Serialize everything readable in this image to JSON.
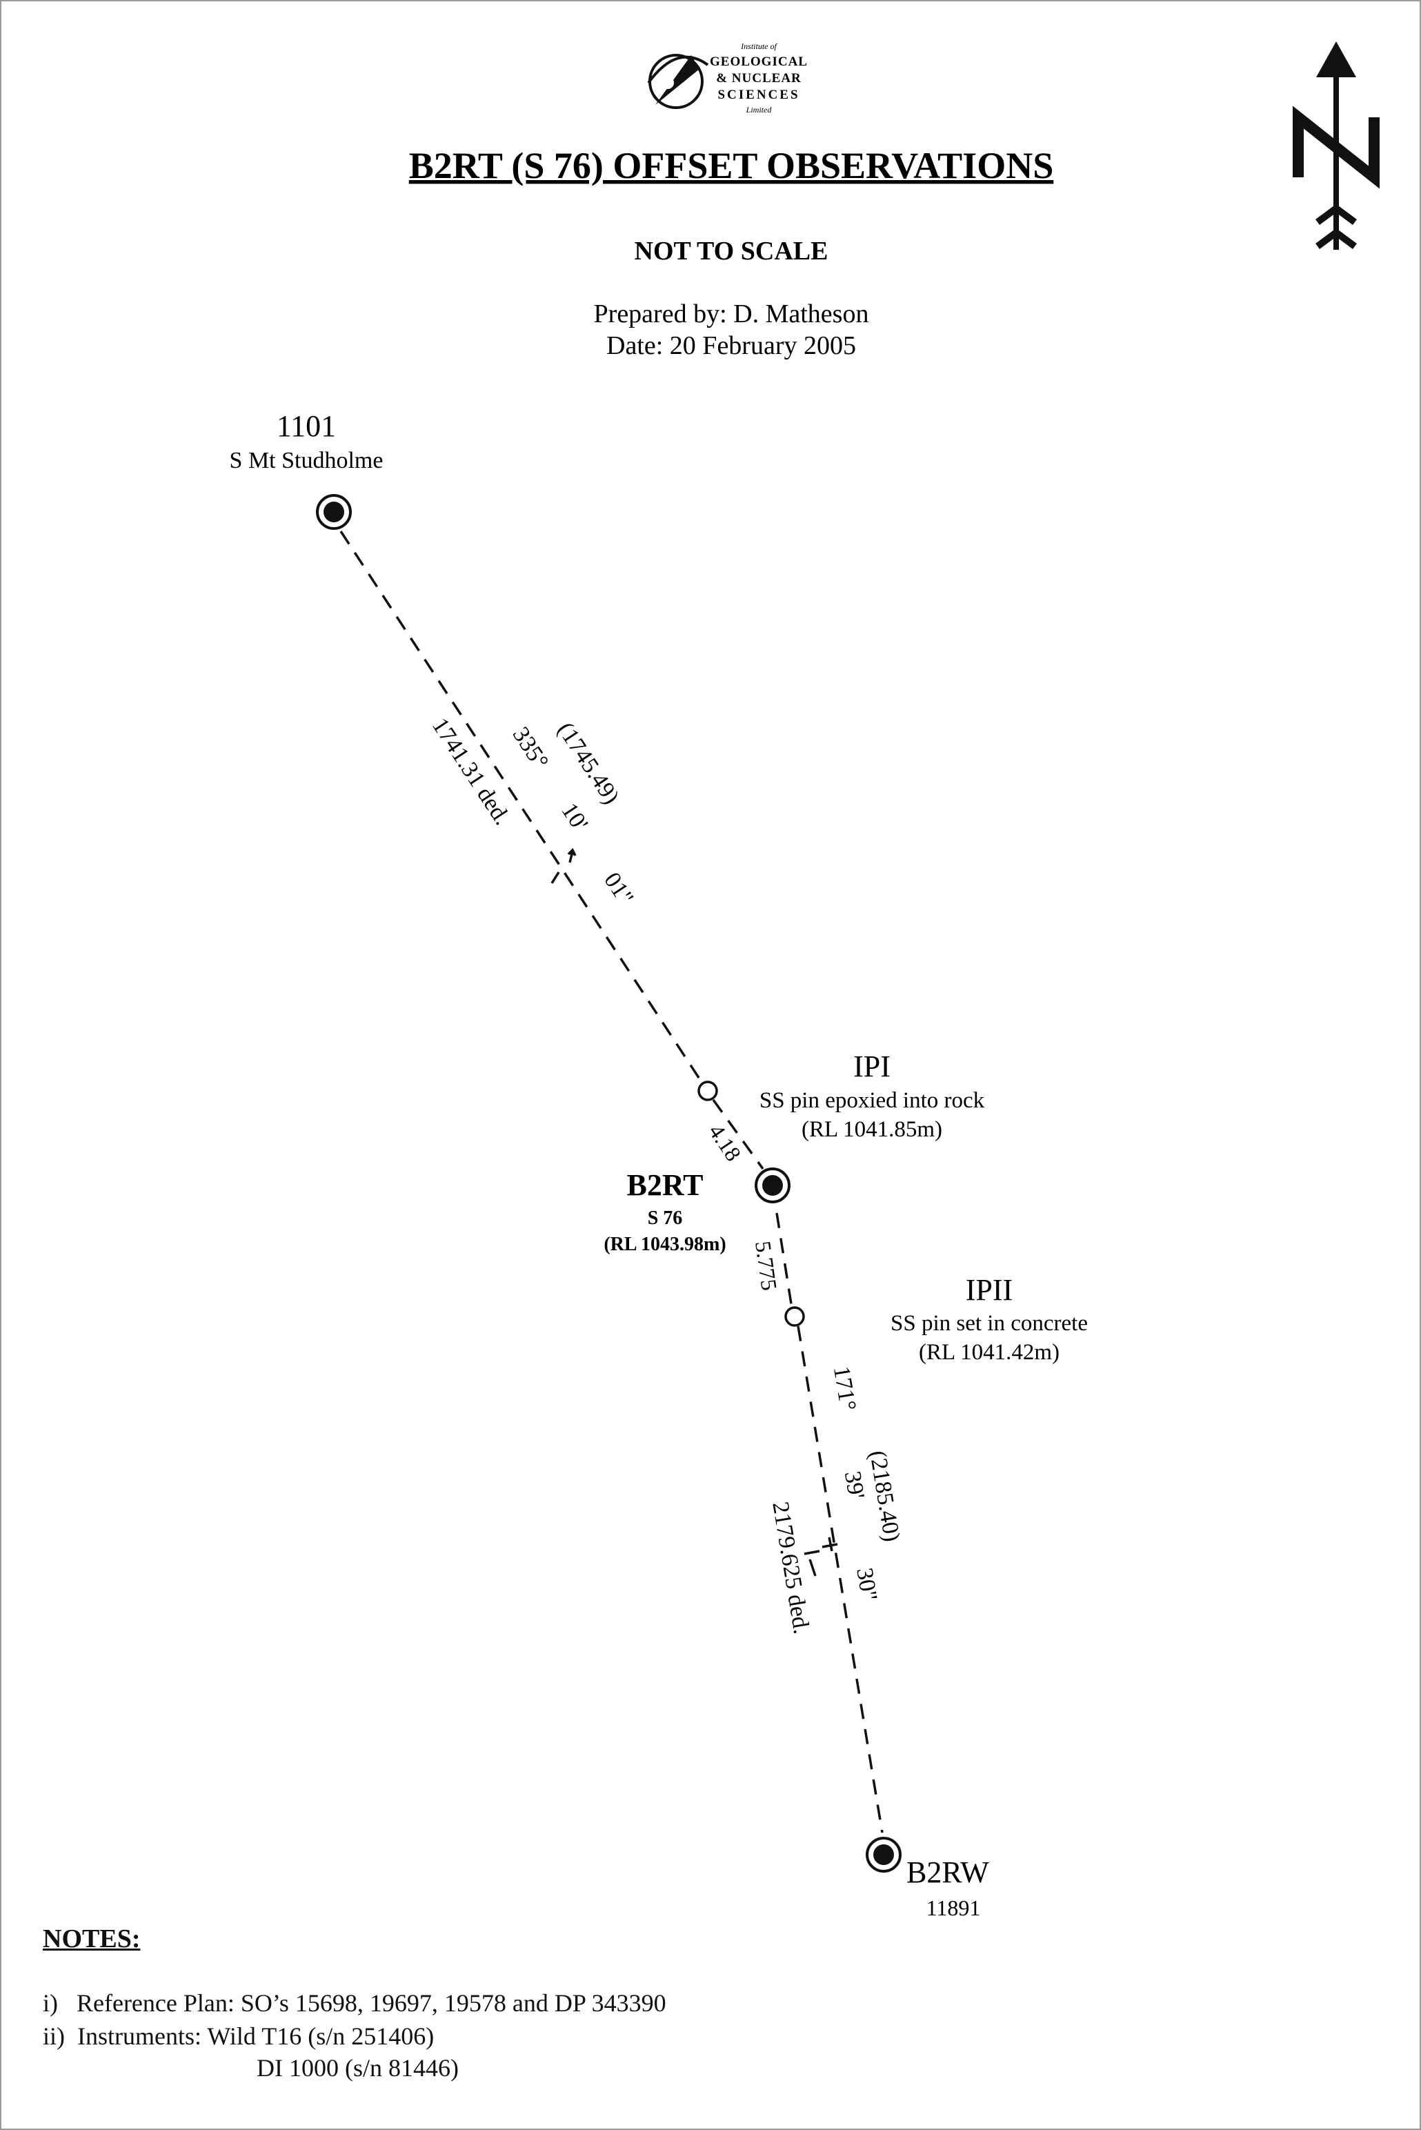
{
  "logo": {
    "line1": "Institute of",
    "line2": "GEOLOGICAL",
    "line3": "& NUCLEAR",
    "line4": "SCIENCES",
    "line5": "Limited"
  },
  "header": {
    "title": "B2RT (S 76) OFFSET OBSERVATIONS",
    "scale_note": "NOT TO SCALE",
    "prepared_by": "Prepared by:  D. Matheson",
    "date": "Date:  20 February 2005"
  },
  "stations": {
    "s1101": {
      "id": "1101",
      "name": "S Mt Studholme"
    },
    "ipi": {
      "id": "IPI",
      "desc": "SS pin epoxied into rock",
      "rl": "(RL 1041.85m)"
    },
    "b2rt": {
      "id": "B2RT",
      "name": "S 76",
      "rl": "(RL 1043.98m)"
    },
    "ipii": {
      "id": "IPII",
      "desc": "SS pin set in concrete",
      "rl": "(RL 1041.42m)"
    },
    "b2rw": {
      "id": "B2RW",
      "number": "11891"
    }
  },
  "lines": {
    "upper": {
      "deg": "335°",
      "min": "10'",
      "sec": "01\"",
      "distance": "(1745.49)",
      "ded": "1741.31 ded."
    },
    "ipi_b2rt": {
      "distance": "4.18"
    },
    "b2rt_ipii": {
      "distance": "5.775"
    },
    "lower": {
      "deg": "171°",
      "min": "39'",
      "sec": "30\"",
      "distance": "(2185.40)",
      "ded": "2179.625 ded."
    }
  },
  "notes": {
    "heading": "NOTES:",
    "item1": "i)   Reference Plan: SO’s 15698, 19697, 19578 and DP 343390",
    "item2": "ii)  Instruments: Wild T16 (s/n 251406)",
    "item3": "DI 1000 (s/n 81446)"
  },
  "colors": {
    "ink": "#111111",
    "border": "#9a9a9a"
  }
}
